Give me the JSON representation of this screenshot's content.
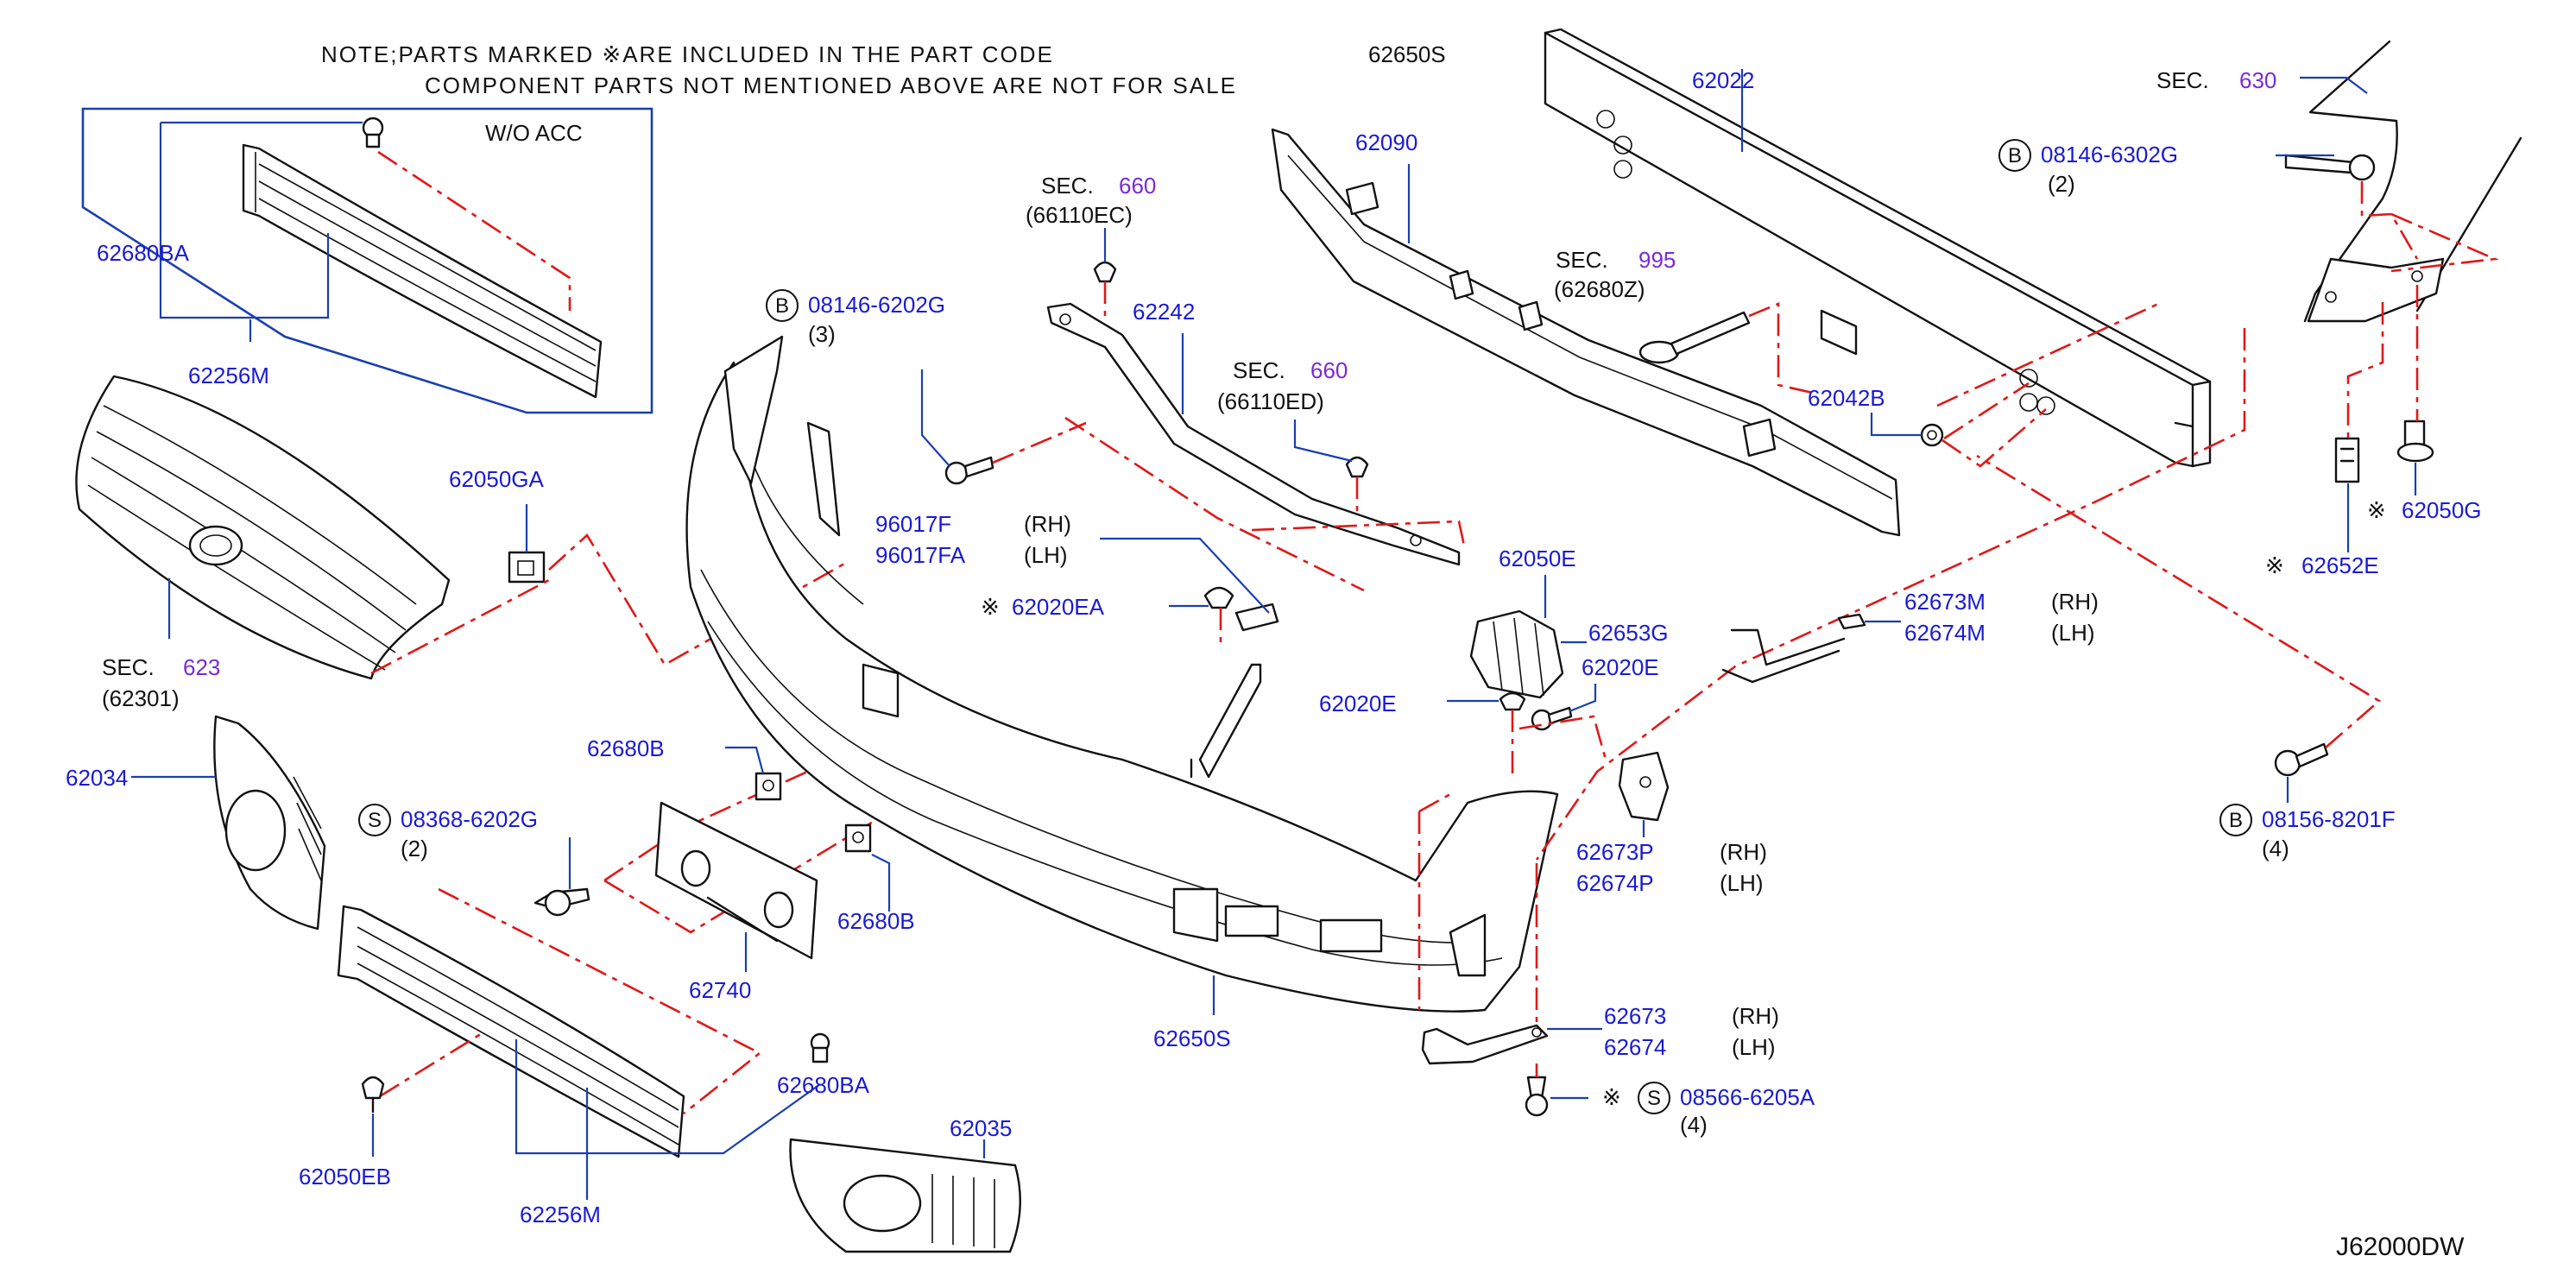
{
  "note": {
    "line1": "NOTE;PARTS MARKED ※ARE INCLUDED IN THE PART CODE",
    "code": "62650S",
    "line2": "COMPONENT PARTS NOT MENTIONED ABOVE ARE NOT FOR SALE"
  },
  "inset": {
    "title": "W/O ACC",
    "label1": "62680BA",
    "label2": "62256M"
  },
  "labels": {
    "p62022": "62022",
    "p62090": "62090",
    "sec630_prefix": "SEC.",
    "sec630_num": "630",
    "b08146_6302g": "08146-6302G",
    "b08146_6302g_qty": "(2)",
    "sec660a_prefix": "SEC.",
    "sec660a_num": "660",
    "sec660a_code": "(66110EC)",
    "sec995_prefix": "SEC.",
    "sec995_num": "995",
    "sec995_code": "(62680Z)",
    "b08146_6202g": "08146-6202G",
    "b08146_6202g_qty": "(3)",
    "p62242": "62242",
    "sec660b_prefix": "SEC.",
    "sec660b_num": "660",
    "sec660b_code": "(66110ED)",
    "p62042b": "62042B",
    "p62050ga": "62050GA",
    "p96017f": "96017F",
    "p96017f_side": "(RH)",
    "p96017fa": "96017FA",
    "p96017fa_side": "(LH)",
    "p62020ea": "62020EA",
    "p62050e": "62050E",
    "p62653g": "62653G",
    "p62020e_a": "62020E",
    "p62020e_b": "62020E",
    "p62673m": "62673M",
    "p62673m_side": "(RH)",
    "p62674m": "62674M",
    "p62674m_side": "(LH)",
    "p62050g": "62050G",
    "p62652e": "62652E",
    "sec623_prefix": "SEC.",
    "sec623_num": "623",
    "sec623_code": "(62301)",
    "p62034": "62034",
    "p62680b_a": "62680B",
    "s08368_6202g": "08368-6202G",
    "s08368_6202g_qty": "(2)",
    "p62680b_b": "62680B",
    "p62740": "62740",
    "p62673p": "62673P",
    "p62673p_side": "(RH)",
    "p62674p": "62674P",
    "p62674p_side": "(LH)",
    "b08156_8201f": "08156-8201F",
    "b08156_8201f_qty": "(4)",
    "p62650s": "62650S",
    "p62673": "62673",
    "p62673_side": "(RH)",
    "p62674": "62674",
    "p62674_side": "(LH)",
    "s08566_6205a": "08566-6205A",
    "s08566_6205a_qty": "(4)",
    "p62680ba": "62680BA",
    "p62035": "62035",
    "p62050eb": "62050EB",
    "p62256m": "62256M"
  },
  "marks": {
    "kome": "※",
    "bolt_b": "B",
    "screw_s": "S"
  },
  "diagram_code": "J62000DW",
  "colors": {
    "part_number": "#1a1ad6",
    "section_number": "#7a2ad6",
    "leader": "#1a3fb0",
    "dash_line": "#e01818",
    "outline": "#111111"
  }
}
